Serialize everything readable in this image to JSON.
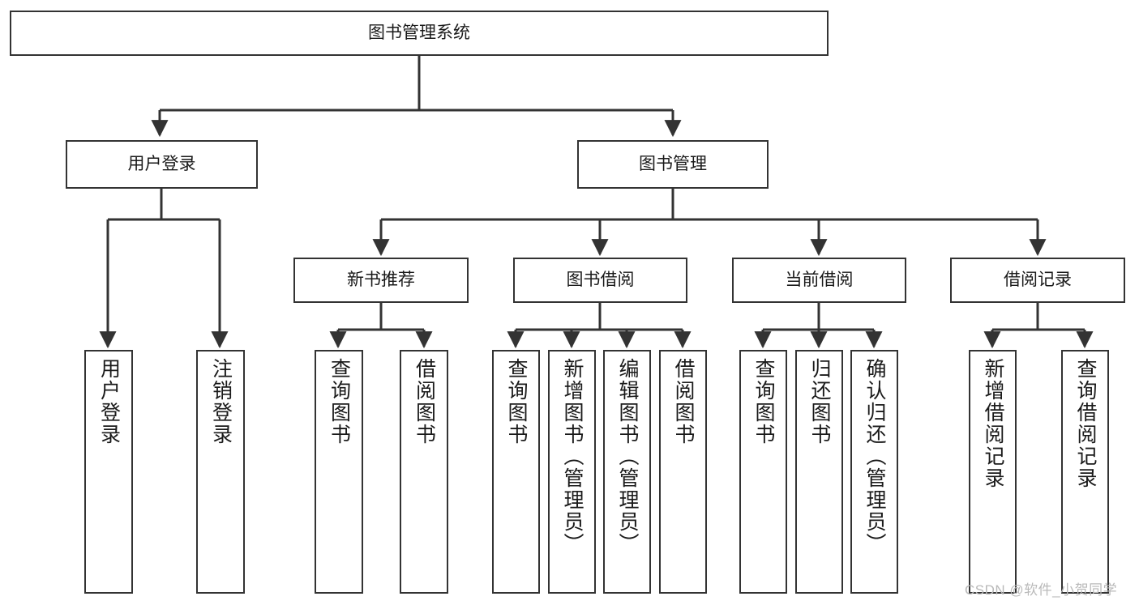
{
  "diagram": {
    "type": "tree-hierarchy",
    "title": "图书管理系统",
    "watermark": "CSDN @软件_小贺同学",
    "colors": {
      "background": "#ffffff",
      "border": "#333333",
      "connector": "#333333",
      "text": "#1a1a1a",
      "watermark": "#b9b9b9"
    },
    "root": {
      "label": "图书管理系统",
      "orientation": "horizontal"
    },
    "level1": [
      {
        "label": "用户登录",
        "orientation": "horizontal"
      },
      {
        "label": "图书管理",
        "orientation": "horizontal"
      }
    ],
    "level2": [
      {
        "label": "新书推荐",
        "orientation": "horizontal",
        "parent": "图书管理"
      },
      {
        "label": "图书借阅",
        "orientation": "horizontal",
        "parent": "图书管理"
      },
      {
        "label": "当前借阅",
        "orientation": "horizontal",
        "parent": "图书管理"
      },
      {
        "label": "借阅记录",
        "orientation": "horizontal",
        "parent": "图书管理"
      }
    ],
    "leaves": {
      "user_login": [
        {
          "label": "用户登录",
          "orientation": "vertical"
        },
        {
          "label": "注销登录",
          "orientation": "vertical"
        }
      ],
      "new_book_recommend": [
        {
          "label": "查询图书",
          "orientation": "vertical"
        },
        {
          "label": "借阅图书",
          "orientation": "vertical"
        }
      ],
      "book_borrow": [
        {
          "label": "查询图书",
          "orientation": "vertical"
        },
        {
          "label": "新增图书（管理员）",
          "orientation": "vertical"
        },
        {
          "label": "编辑图书（管理员）",
          "orientation": "vertical"
        },
        {
          "label": "借阅图书",
          "orientation": "vertical"
        }
      ],
      "current_borrow": [
        {
          "label": "查询图书",
          "orientation": "vertical"
        },
        {
          "label": "归还图书",
          "orientation": "vertical"
        },
        {
          "label": "确认归还（管理员）",
          "orientation": "vertical"
        }
      ],
      "borrow_record": [
        {
          "label": "新增借阅记录",
          "orientation": "vertical"
        },
        {
          "label": "查询借阅记录",
          "orientation": "vertical"
        }
      ]
    }
  }
}
